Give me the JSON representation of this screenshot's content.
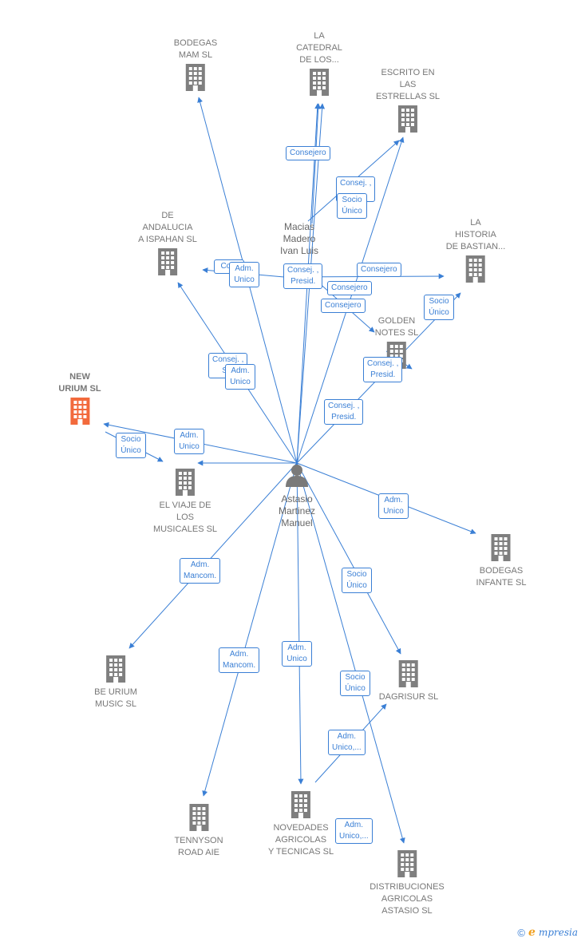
{
  "colors": {
    "edge": "#3a7fd5",
    "company": "#7f7f7f",
    "focus_company": "#f26a3c",
    "person": "#7a7a7a"
  },
  "companies": [
    {
      "id": "bodegas_mam",
      "label": "BODEGAS\nMAM  SL",
      "focus": false
    },
    {
      "id": "la_catedral",
      "label": "LA\nCATEDRAL\nDE LOS...",
      "focus": false
    },
    {
      "id": "escrito_en_las_estrellas",
      "label": "ESCRITO EN\nLAS\nESTRELLAS  SL",
      "focus": false
    },
    {
      "id": "de_andalucia",
      "label": "DE\nANDALUCIA\nA ISPAHAN  SL",
      "focus": false
    },
    {
      "id": "la_historia",
      "label": "LA\nHISTORIA\nDE BASTIAN...",
      "focus": false
    },
    {
      "id": "golden_notes",
      "label": "GOLDEN\nNOTES  SL",
      "focus": false
    },
    {
      "id": "new_urium",
      "label": "NEW\nURIUM  SL",
      "focus": true
    },
    {
      "id": "el_viaje",
      "label": "EL VIAJE DE\nLOS\nMUSICALES  SL",
      "focus": false
    },
    {
      "id": "bodegas_infante",
      "label": "BODEGAS\nINFANTE SL",
      "focus": false
    },
    {
      "id": "be_urium",
      "label": "BE URIUM\nMUSIC  SL",
      "focus": false
    },
    {
      "id": "dagrisur",
      "label": "DAGRISUR SL",
      "focus": false
    },
    {
      "id": "tennyson",
      "label": "TENNYSON\nROAD AIE",
      "focus": false
    },
    {
      "id": "novedades",
      "label": "NOVEDADES\nAGRICOLAS\nY TECNICAS SL",
      "focus": false
    },
    {
      "id": "distribuciones",
      "label": "DISTRIBUCIONES\nAGRICOLAS\nASTASIO SL",
      "focus": false
    }
  ],
  "persons": [
    {
      "id": "macias",
      "label": "Macias\nMadero\nIvan Luis",
      "show_icon": false
    },
    {
      "id": "astasio",
      "label": "Astasio\nMartinez\nManuel",
      "show_icon": true
    }
  ],
  "relations": [
    {
      "id": "r1",
      "label": "Consejero"
    },
    {
      "id": "r2",
      "label": "Consej. ,\n..."
    },
    {
      "id": "r3",
      "label": "Socio\nÚnico"
    },
    {
      "id": "r4",
      "label": "Co..."
    },
    {
      "id": "r5",
      "label": "Adm.\nUnico"
    },
    {
      "id": "r6",
      "label": "Consej. ,\nPresid."
    },
    {
      "id": "r7",
      "label": "Consejero"
    },
    {
      "id": "r8",
      "label": "Consejero"
    },
    {
      "id": "r9",
      "label": "Consejero"
    },
    {
      "id": "r10",
      "label": "Socio\nÚnico"
    },
    {
      "id": "r11",
      "label": "Consej. ,\nS..."
    },
    {
      "id": "r12",
      "label": "Adm.\nUnico"
    },
    {
      "id": "r13",
      "label": "Consej. ,\nPresid."
    },
    {
      "id": "r14",
      "label": "Consej. ,\nPresid."
    },
    {
      "id": "r15",
      "label": "Adm.\nUnico"
    },
    {
      "id": "r16",
      "label": "Socio\nÚnico"
    },
    {
      "id": "r17",
      "label": "Adm.\nUnico"
    },
    {
      "id": "r18",
      "label": "Adm.\nMancom."
    },
    {
      "id": "r19",
      "label": "Socio\nÚnico"
    },
    {
      "id": "r20",
      "label": "Adm.\nMancom."
    },
    {
      "id": "r21",
      "label": "Adm.\nUnico"
    },
    {
      "id": "r22",
      "label": "Socio\nÚnico"
    },
    {
      "id": "r23",
      "label": "Adm.\nUnico,..."
    },
    {
      "id": "r24",
      "label": "Adm.\nUnico,..."
    }
  ],
  "footer": {
    "copyright": "©",
    "brand_initial": "e",
    "brand_rest": "mpresia"
  }
}
